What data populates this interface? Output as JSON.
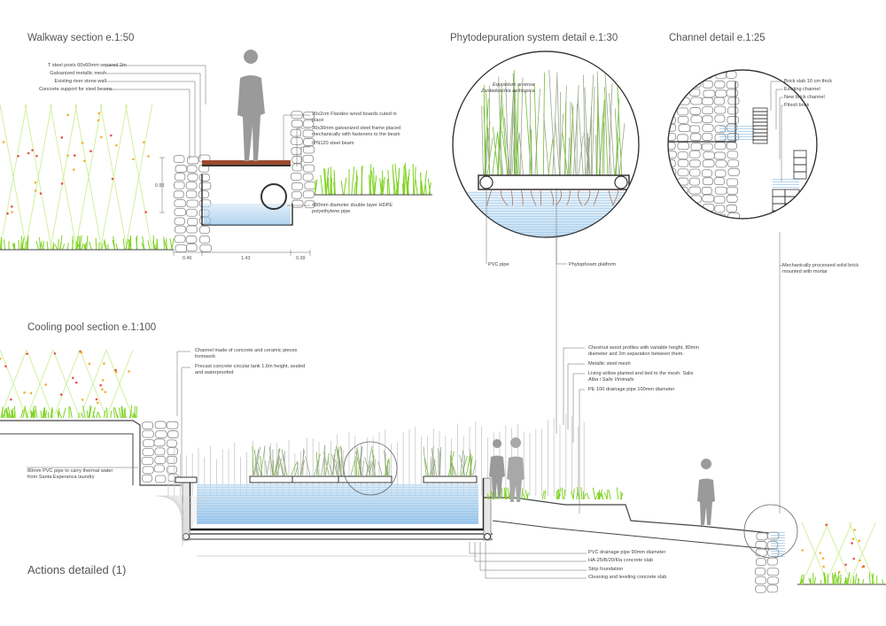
{
  "titles": {
    "walkway": "Walkway section e.1:50",
    "phyto": "Phytodepuration system detail e.1:30",
    "channel": "Channel detail e.1:25",
    "cooling": "Cooling pool section e.1:100",
    "actions": "Actions detailed (1)"
  },
  "walkway": {
    "labels_left": [
      "T steel posts 60x60mm separed 2m",
      "Galvanized metallic mesh",
      "Existing river stone wall",
      "Concrete support for steel beams"
    ],
    "labels_right": [
      "20x2cm Flandes wood boards cuted in",
      "place",
      "30x30mm galvanized steel frame placed",
      "mechanically with fasteners to the beam",
      "IPN120 steel beam"
    ],
    "pipe_label": [
      "400mm diameter double layer HDPE",
      "polyethylene pipe"
    ],
    "dims": {
      "height": "0.93",
      "left": "0.46",
      "center": "1.43",
      "right": "0.39"
    }
  },
  "phyto": {
    "species": [
      "Equisetum arvense",
      "Zantedeschia aethiopica"
    ],
    "pvc_pipe": "PVC pipe",
    "platform": "Phytophoam platform"
  },
  "channel": {
    "labels": [
      "Brick slab 10 cm thick",
      "Existing channel",
      "New brick channel",
      "Pitxoli brick"
    ],
    "solid_brick": [
      "Mechanically processed solid brick",
      "mounted with mortar"
    ]
  },
  "cooling": {
    "top_labels": [
      "Channel made of concrete and ceramic pieces",
      "formwork",
      "Precast concrete circular tank 1,6m height, sealed",
      "and waterproofed"
    ],
    "left_label": [
      "80mm PVC pipe to carry thermal water",
      "from Santa Esperanca laundry"
    ],
    "right_top": [
      "Chestnut wood profiles with variable height, 80mm",
      "diameter and 2m separation between them.",
      "Metallic steel mesh",
      "Living willow planted and tied to the mesh. Salix",
      "Alba i Salix Viminalis",
      "PE 100 drainage pipe 100mm diameter"
    ],
    "bottom_labels": [
      "PVC drainage pipe 90mm diameter",
      "HA-25/B/20/IIIa concrete slab",
      "Strip foundation",
      "Cleaning and leveling concrete slab"
    ]
  },
  "colors": {
    "water": "#8fc2e8",
    "grass": "#7ed321",
    "stone": "#8a8a8a",
    "wood": "#9b4a2e",
    "figure": "#9a9a9a"
  }
}
